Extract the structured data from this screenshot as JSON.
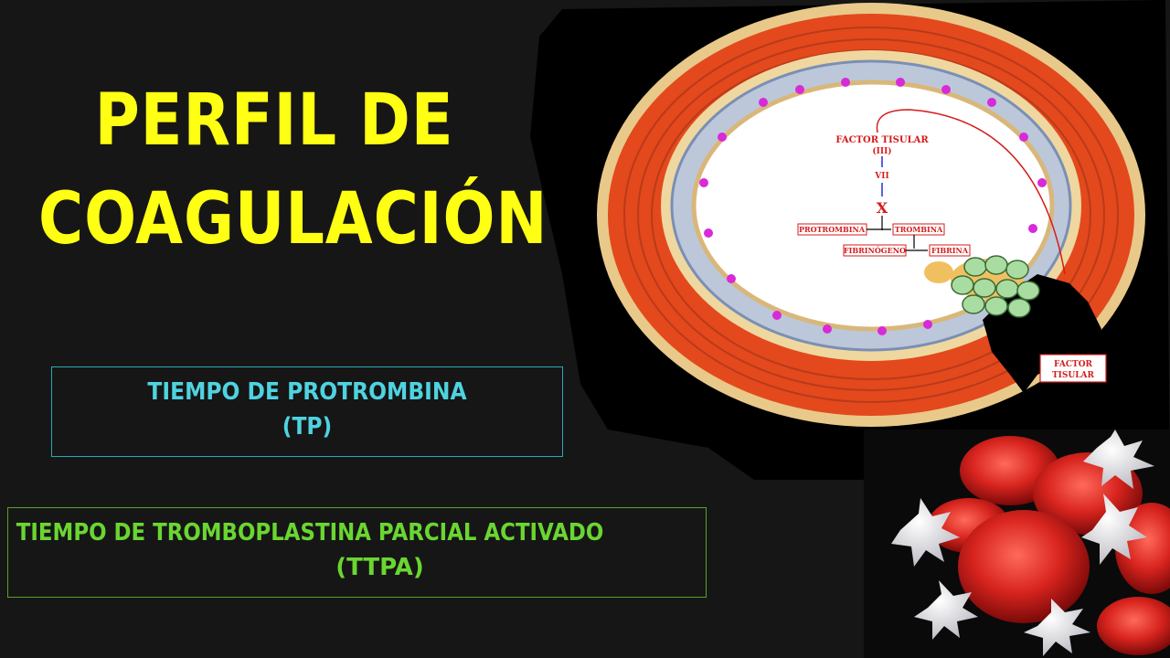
{
  "title": {
    "line1": "PERFIL DE",
    "line2": "COAGULACIÓN"
  },
  "tp_box": {
    "line1": "TIEMPO DE PROTROMBINA",
    "line2": "(TP)"
  },
  "ttpa_box": {
    "line1": "TIEMPO DE TROMBOPLASTINA PARCIAL ACTIVADO",
    "line2": "(TTPA)"
  },
  "diagram": {
    "factor_tisular_top": "FACTOR TISULAR",
    "factor_iii": "(III)",
    "factor_vii": "VII",
    "factor_x": "X",
    "protrombina": "PROTROMBINA",
    "trombina": "TROMBINA",
    "fibrinogeno": "FIBRINÓGENO",
    "fibrina": "FIBRINA",
    "factor_tisular_side_1": "FACTOR",
    "factor_tisular_side_2": "TISULAR"
  },
  "colors": {
    "title": "#ffff14",
    "tp_text": "#4fd3e0",
    "tp_border": "#2aa9b6",
    "ttpa_text": "#6ad631",
    "ttpa_border": "#5aa02a",
    "muscle": "#e3491c",
    "diagram_text": "#d41c1c"
  }
}
